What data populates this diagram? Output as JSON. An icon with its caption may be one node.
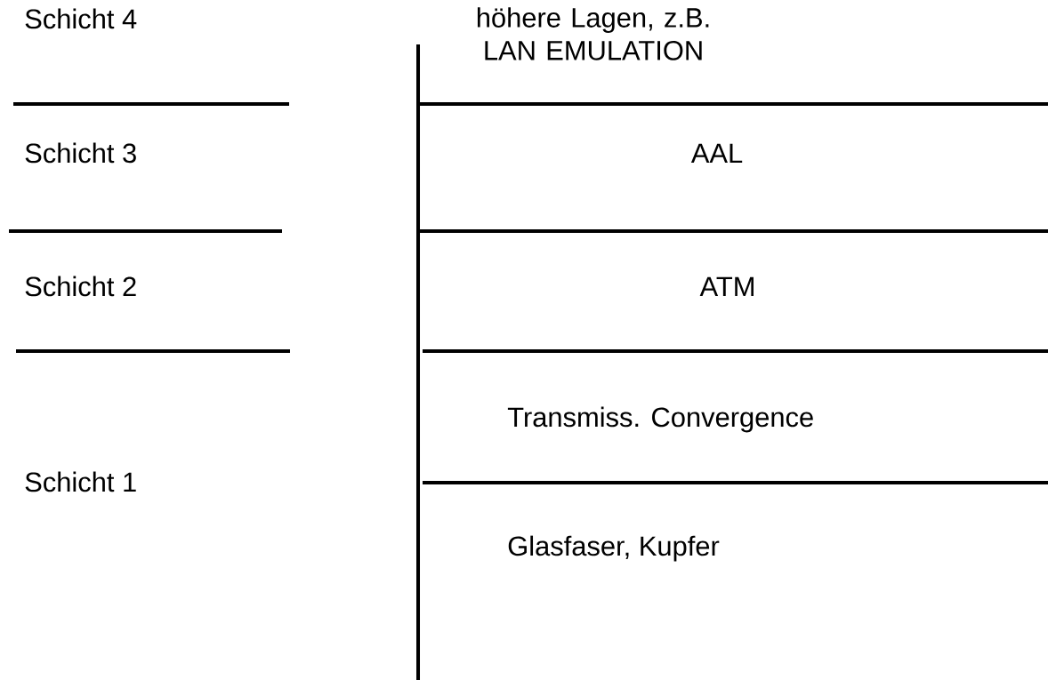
{
  "diagram": {
    "labels": [
      "Schicht 4",
      "höhere Lagen, z.B. LAN EMULATION",
      "Schicht 3",
      "AAL",
      "Schicht 2",
      "ATM",
      "Transmiss. Convergence",
      "Schicht 1",
      "Glasfaser, Kupfer"
    ]
  }
}
